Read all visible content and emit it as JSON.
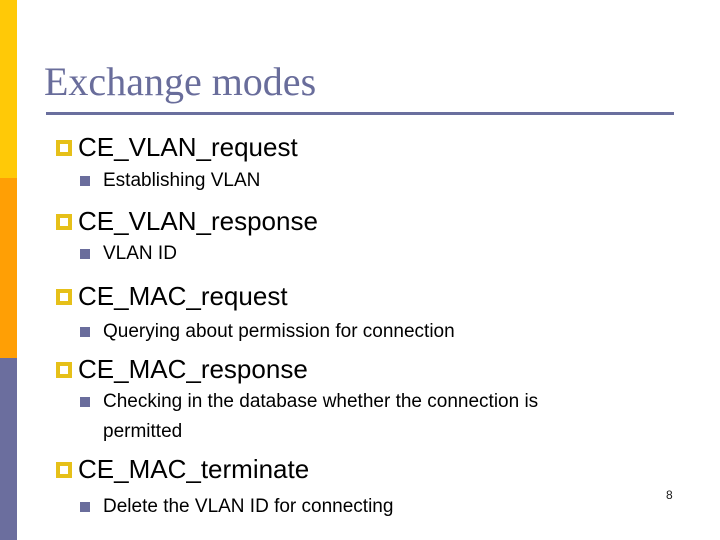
{
  "slide": {
    "title": "Exchange modes",
    "page_number": "8",
    "colors": {
      "title_text": "#696d9b",
      "title_underline": "#6a6f9e",
      "bar_top_yellow": "#ffc907",
      "bar_middle_orange": "#ff9f05",
      "bar_bottom_slate": "#6b6e9e",
      "bullet_level1_yellow": "#e6c019",
      "bullet_level2_slate": "#6a6d9c",
      "body_text": "#000000"
    },
    "sections": [
      {
        "title": "CE_VLAN_request",
        "detail": "Establishing VLAN"
      },
      {
        "title": "CE_VLAN_response",
        "detail": "VLAN ID"
      },
      {
        "title": "CE_MAC_request",
        "detail": "Querying about permission for connection"
      },
      {
        "title": "CE_MAC_response",
        "detail": "Checking in the database whether the connection is permitted"
      },
      {
        "title": "CE_MAC_terminate",
        "detail": "Delete the VLAN ID for connecting"
      }
    ]
  }
}
